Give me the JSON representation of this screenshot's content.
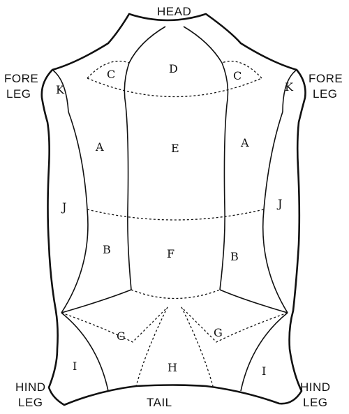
{
  "edges": {
    "head": "HEAD",
    "tail": "TAIL",
    "fore_leg_left": [
      "FORE",
      "LEG"
    ],
    "fore_leg_right": [
      "FORE",
      "LEG"
    ],
    "hind_leg_left": [
      "HIND",
      "LEG"
    ],
    "hind_leg_right": [
      "HIND",
      "LEG"
    ]
  },
  "regions": {
    "c_left": "C",
    "d": "D",
    "c_right": "C",
    "k_left": "K",
    "k_right": "K",
    "a_left": "A",
    "e": "E",
    "a_right": "A",
    "j_left": "J",
    "j_right": "J",
    "b_left": "B",
    "f": "F",
    "b_right": "B",
    "g_left": "G",
    "g_right": "G",
    "i_left": "I",
    "h": "H",
    "i_right": "I"
  }
}
